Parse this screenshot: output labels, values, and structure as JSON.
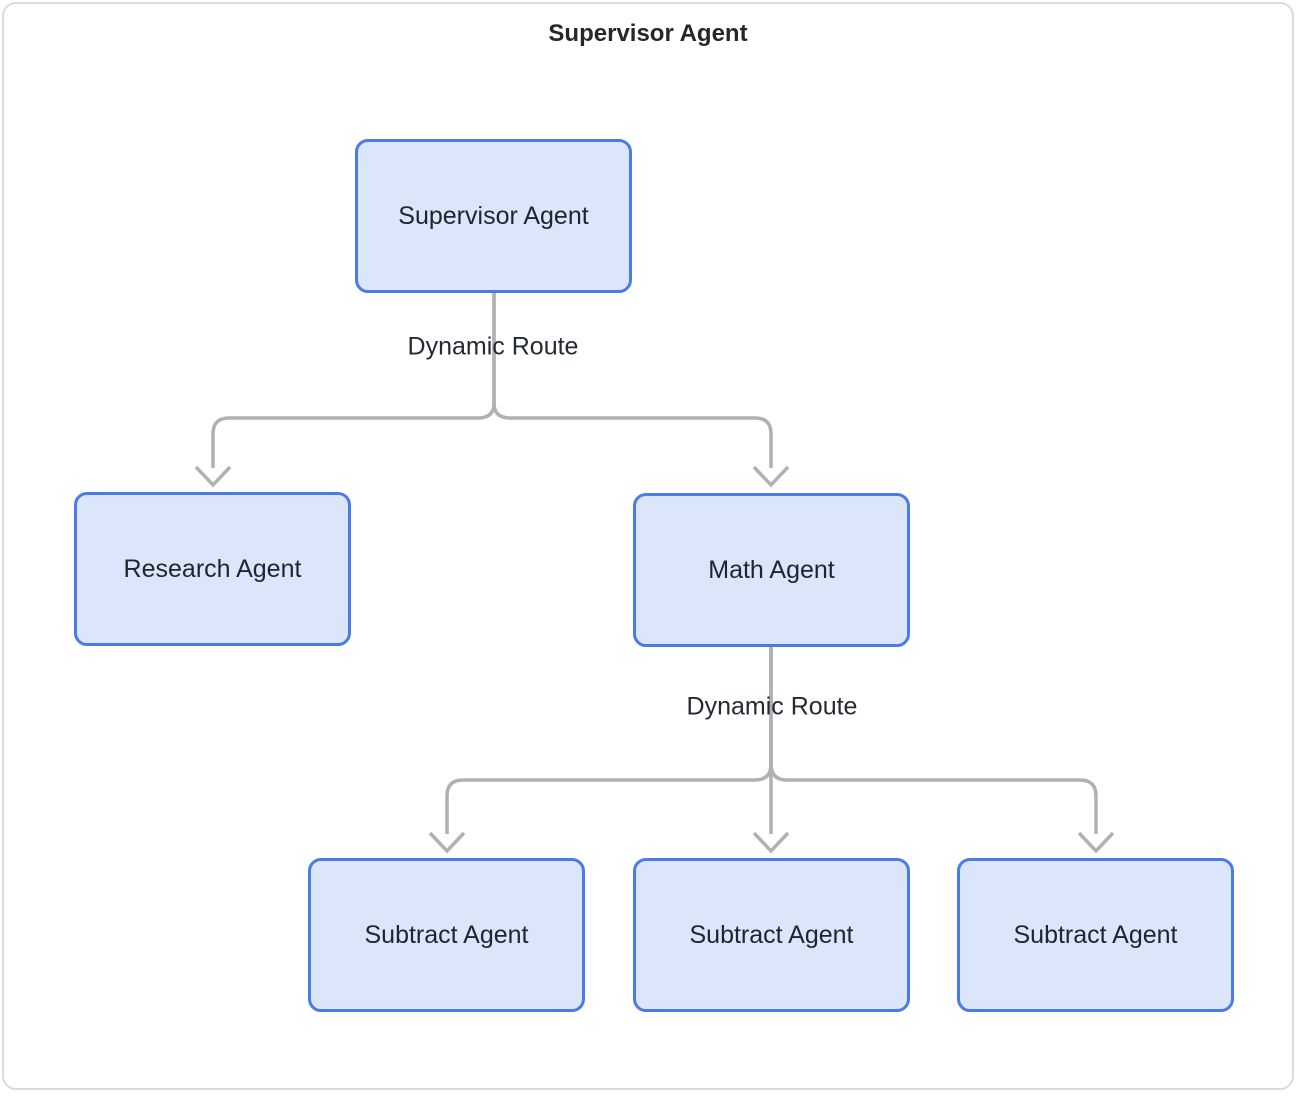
{
  "diagram": {
    "title": "Supervisor Agent",
    "nodes": [
      {
        "id": "supervisor",
        "label": "Supervisor Agent"
      },
      {
        "id": "research",
        "label": "Research Agent"
      },
      {
        "id": "math",
        "label": "Math Agent"
      },
      {
        "id": "subtract-1",
        "label": "Subtract Agent"
      },
      {
        "id": "subtract-2",
        "label": "Subtract Agent"
      },
      {
        "id": "subtract-3",
        "label": "Subtract Agent"
      }
    ],
    "edges": [
      {
        "from": "supervisor",
        "to": "research",
        "label": "Dynamic Route"
      },
      {
        "from": "supervisor",
        "to": "math",
        "label": "Dynamic Route"
      },
      {
        "from": "math",
        "to": "subtract-1",
        "label": "Dynamic Route"
      },
      {
        "from": "math",
        "to": "subtract-2",
        "label": "Dynamic Route"
      },
      {
        "from": "math",
        "to": "subtract-3",
        "label": "Dynamic Route"
      }
    ],
    "edge_labels": [
      {
        "text": "Dynamic Route"
      },
      {
        "text": "Dynamic Route"
      }
    ],
    "colors": {
      "node_fill": "#dce6fa",
      "node_border": "#4a7be8",
      "node_text": "#20262f",
      "edge_line": "#b0b1b5",
      "title_text": "#26272c",
      "frame_border": "#d9dadf",
      "background": "#ffffff"
    }
  }
}
